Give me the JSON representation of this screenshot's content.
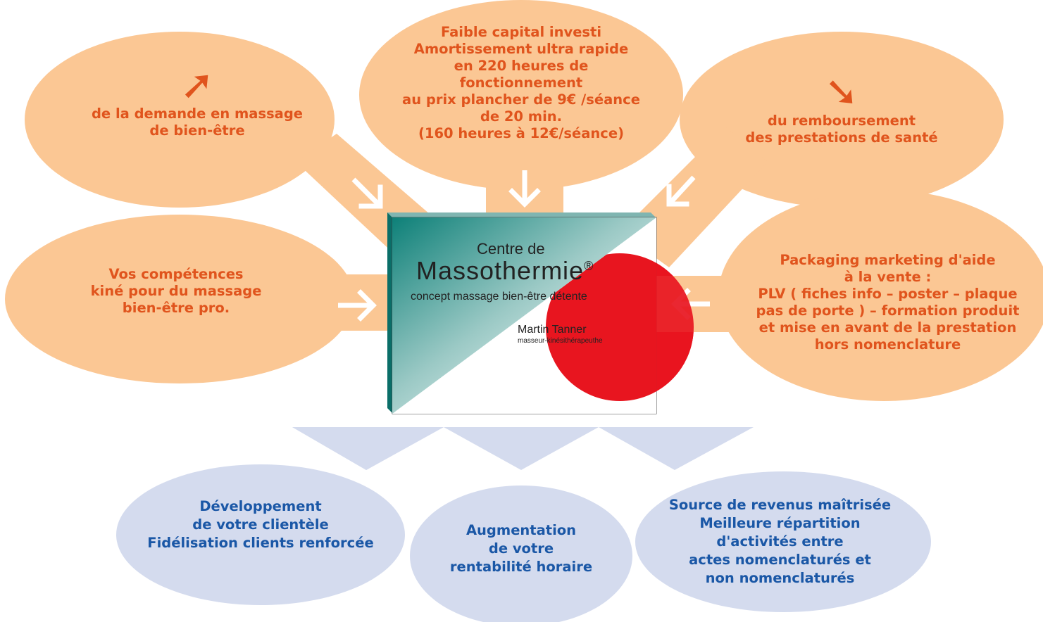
{
  "colors": {
    "orange_fill": "#fbc794",
    "orange_text": "#e0541d",
    "blue_fill": "#d4dbee",
    "blue_text": "#1a57a6",
    "teal": "#118a84",
    "red": "#e8151f"
  },
  "bubbles": {
    "demand": {
      "trend_icon": "arrow-up-right-icon",
      "trend": "➚",
      "lines": [
        "de la demande en massage",
        "de bien-être"
      ]
    },
    "capital": {
      "lines": [
        "Faible capital investi",
        "Amortissement ultra rapide",
        "en 220 heures de",
        "fonctionnement",
        "au prix plancher de 9€ /séance",
        "de 20 min.",
        "(160 heures à 12€/séance)"
      ]
    },
    "reimbursement": {
      "trend_icon": "arrow-down-right-icon",
      "trend": "➘",
      "lines": [
        "du remboursement",
        "des prestations de santé"
      ]
    },
    "skills": {
      "lines": [
        "Vos compétences",
        "kiné pour du massage",
        "bien-être pro."
      ]
    },
    "packaging": {
      "lines": [
        "Packaging marketing d'aide",
        "à la vente :",
        "PLV ( fiches info – poster – plaque",
        "pas de porte ) – formation produit",
        "et mise en avant de la prestation",
        "hors nomenclature"
      ]
    }
  },
  "card": {
    "line1": "Centre de",
    "brand": "Massothermie",
    "registered": "®",
    "tagline": "concept massage bien-être détente",
    "person_name": "Martin Tanner",
    "person_title": "masseur-kinésithérapeuthe"
  },
  "outcomes": {
    "clientele": {
      "lines": [
        "Développement",
        "de votre clientèle",
        "Fidélisation clients renforcée"
      ]
    },
    "profitability": {
      "lines": [
        "Augmentation",
        "de votre",
        "rentabilité horaire"
      ]
    },
    "revenue": {
      "lines": [
        "Source de revenus maîtrisée",
        "Meilleure répartition",
        "d'activités entre",
        "actes nomenclaturés et",
        "non nomenclaturés"
      ]
    }
  }
}
